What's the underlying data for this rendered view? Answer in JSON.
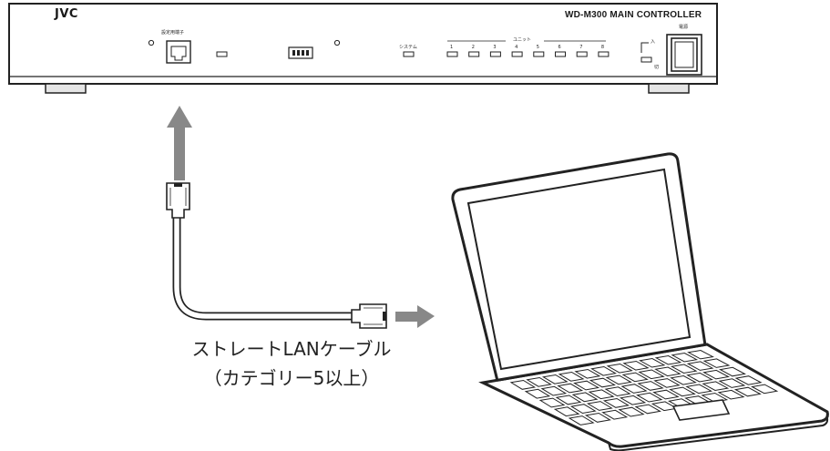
{
  "device": {
    "brand": "JVC",
    "model": "WD-M300  MAIN CONTROLLER",
    "port_label": "設定用端子",
    "system_label": "システム",
    "unit_label": "ユニット",
    "unit_numbers": [
      "1",
      "2",
      "3",
      "4",
      "5",
      "6",
      "7",
      "8"
    ],
    "power_label": "電源",
    "power_on_label": "入",
    "power_off_label": "切"
  },
  "cable": {
    "caption_line1": "ストレートLANケーブル",
    "caption_line2": "（カテゴリー5以上）"
  }
}
